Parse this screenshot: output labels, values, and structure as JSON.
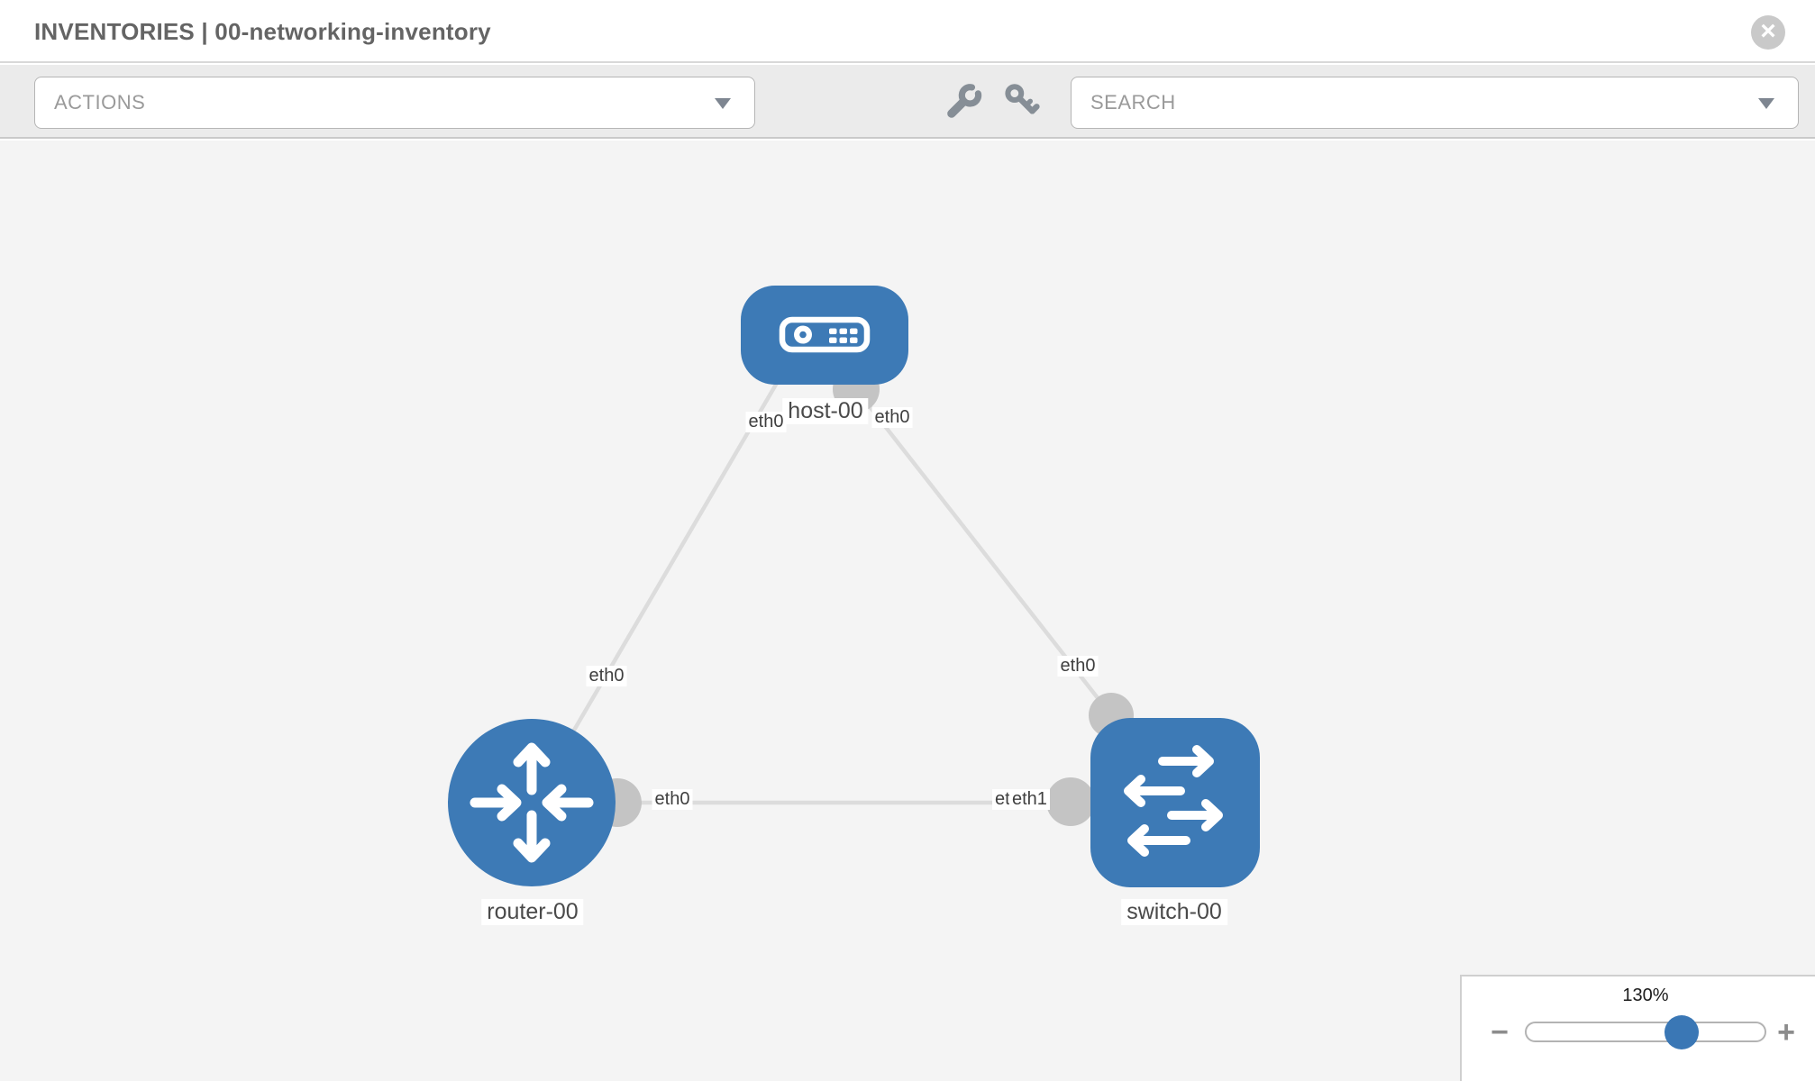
{
  "header": {
    "title": "INVENTORIES | 00-networking-inventory",
    "close_glyph": "×"
  },
  "toolbar": {
    "actions_label": "ACTIONS",
    "search_label": "SEARCH"
  },
  "topology": {
    "nodes": [
      {
        "id": "host-00",
        "type": "host",
        "label": "host-00",
        "icon": "server-icon"
      },
      {
        "id": "router-00",
        "type": "router",
        "label": "router-00",
        "icon": "router-arrows-icon"
      },
      {
        "id": "switch-00",
        "type": "switch",
        "label": "switch-00",
        "icon": "switch-arrows-icon"
      }
    ],
    "links": [
      {
        "source": "host-00",
        "source_interface": "eth0",
        "target": "router-00",
        "target_interface": "eth0"
      },
      {
        "source": "host-00",
        "source_interface": "eth0",
        "target": "switch-00",
        "target_interface": "eth0"
      },
      {
        "source": "router-00",
        "source_interface": "eth0",
        "target": "switch-00",
        "target_interface": "eth1"
      }
    ],
    "interface_labels": {
      "host_side_to_router": "eth0",
      "router_side_to_host": "eth0",
      "host_side_to_switch": "eth0",
      "switch_side_to_host": "eth0",
      "router_side_to_switch": "eth0",
      "switch_side_to_router_back": "eth0",
      "switch_side_to_router_front": "eth1"
    }
  },
  "zoom_control": {
    "level": "130%",
    "minus": "−",
    "plus": "+"
  },
  "colors": {
    "node_blue": "#3d7ab6",
    "connector_gray": "#c4c4c4",
    "edge_gray": "#dcdcdc",
    "thumb_blue": "#3a77b5"
  }
}
